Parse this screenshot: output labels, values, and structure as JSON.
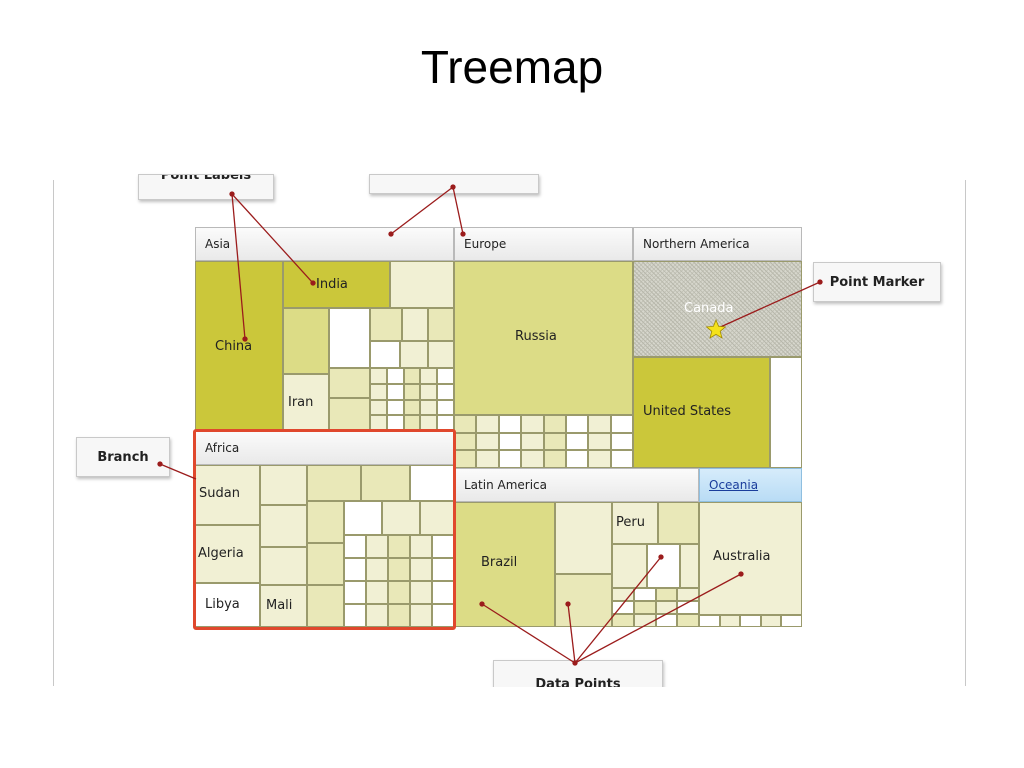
{
  "slide": {
    "title": "Treemap"
  },
  "callouts": {
    "point_labels": "Point Labels",
    "point_marker": "Point Marker",
    "branch": "Branch",
    "data_points": "Data Points"
  },
  "regions": {
    "asia": "Asia",
    "europe": "Europe",
    "northern_america": "Northern America",
    "africa": "Africa",
    "latin_america": "Latin America",
    "oceania": "Oceania"
  },
  "points": {
    "china": "China",
    "india": "India",
    "iran": "Iran",
    "russia": "Russia",
    "canada": "Canada",
    "united_states": "United States",
    "sudan": "Sudan",
    "algeria": "Algeria",
    "libya": "Libya",
    "mali": "Mali",
    "brazil": "Brazil",
    "peru": "Peru",
    "australia": "Australia"
  },
  "colors": {
    "dark": "#cbc73a",
    "mid": "#dcdc86",
    "light": "#e9e8b8",
    "pale": "#f1f0d4",
    "white": "#ffffff",
    "connector": "#9b1c1c",
    "branch_outline": "#e0482d",
    "star": "#f5e21b"
  },
  "icons": {
    "point_marker": "star-icon"
  }
}
